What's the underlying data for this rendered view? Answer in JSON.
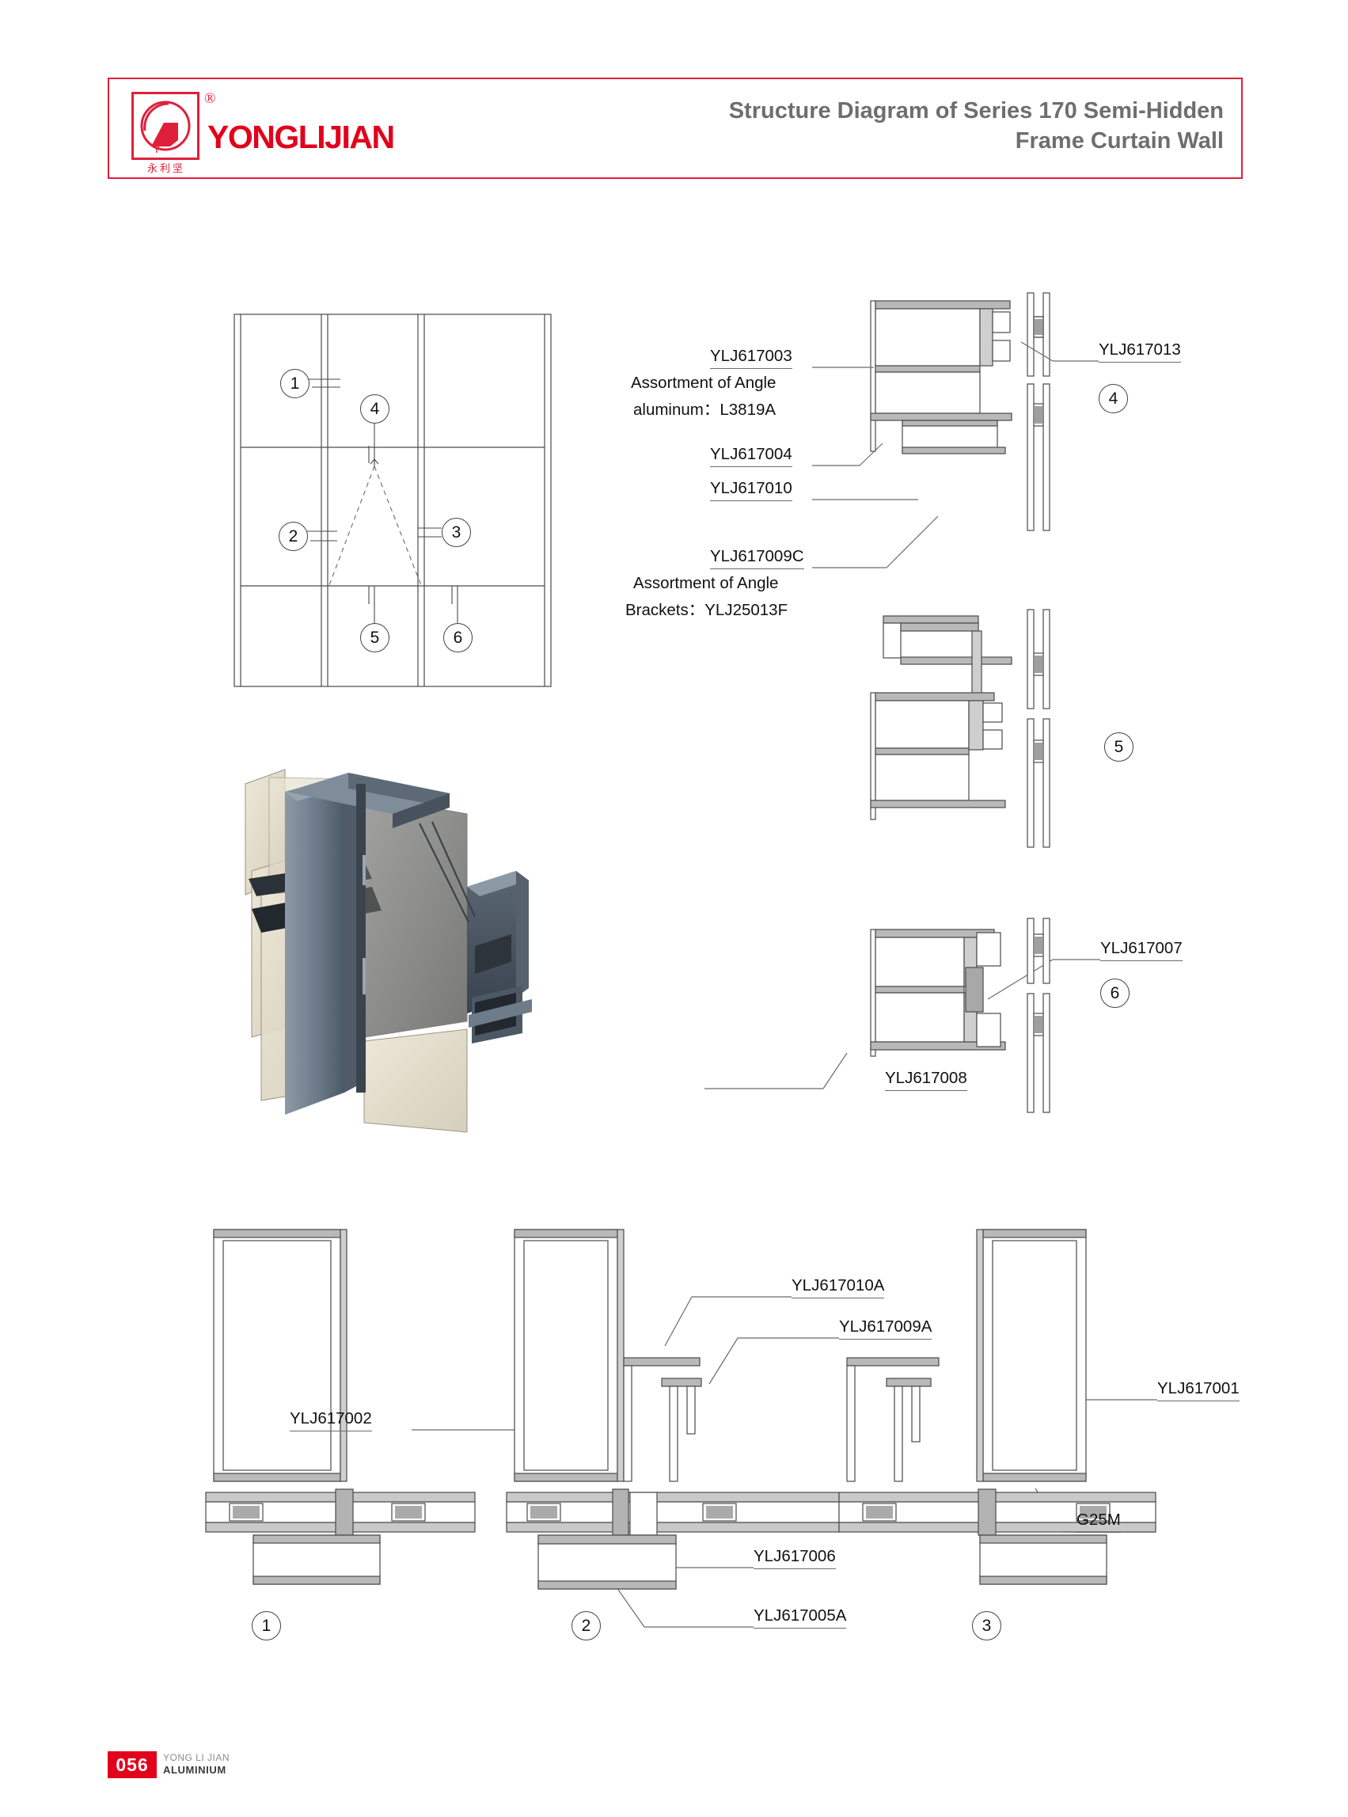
{
  "header": {
    "brand_name": "YONGLIJIAN",
    "brand_cn": "永利坚",
    "registered_mark": "®",
    "title_line1": "Structure Diagram of Series 170 Semi-Hidden",
    "title_line2": "Frame Curtain Wall",
    "accent_color": "#e2001a",
    "title_color": "#6e6e6e"
  },
  "elevation": {
    "name": "elevation-key-plan",
    "markers": [
      "1",
      "4",
      "2",
      "3",
      "5",
      "6"
    ]
  },
  "render": {
    "name": "3d-corner-assembly-render",
    "frame_color": "#6c7a89",
    "glass_color": "#cfc6b0"
  },
  "details_right": {
    "detail4": {
      "labels": [
        {
          "text": "YLJ617003",
          "underline": true
        },
        {
          "text": "Assortment of Angle",
          "underline": false
        },
        {
          "text": "aluminum：L3819A",
          "underline": false
        },
        {
          "text": "YLJ617004",
          "underline": true
        },
        {
          "text": "YLJ617010",
          "underline": true
        },
        {
          "text": "YLJ617009C",
          "underline": true
        },
        {
          "text": "Assortment of Angle",
          "underline": false
        },
        {
          "text": "Brackets：YLJ25013F",
          "underline": false
        },
        {
          "text": "YLJ617013",
          "underline": true
        }
      ],
      "marker": "4"
    },
    "detail5": {
      "marker": "5",
      "labels": []
    },
    "detail6": {
      "marker": "6",
      "labels": [
        {
          "text": "YLJ617007",
          "underline": true
        },
        {
          "text": "YLJ617008",
          "underline": true
        }
      ]
    }
  },
  "details_bottom": {
    "detail1": {
      "marker": "1",
      "labels": [
        {
          "text": "YLJ617002",
          "underline": true
        }
      ]
    },
    "detail2": {
      "marker": "2",
      "labels": [
        {
          "text": "YLJ617010A",
          "underline": true
        },
        {
          "text": "YLJ617009A",
          "underline": true
        },
        {
          "text": "YLJ617006",
          "underline": true
        },
        {
          "text": "YLJ617005A",
          "underline": true
        }
      ]
    },
    "detail3": {
      "marker": "3",
      "labels": [
        {
          "text": "YLJ617001",
          "underline": true
        },
        {
          "text": "G25M",
          "underline": true
        }
      ]
    }
  },
  "footer": {
    "page_number": "056",
    "company_line1": "YONG LI JIAN",
    "company_line2": "ALUMINIUM"
  }
}
